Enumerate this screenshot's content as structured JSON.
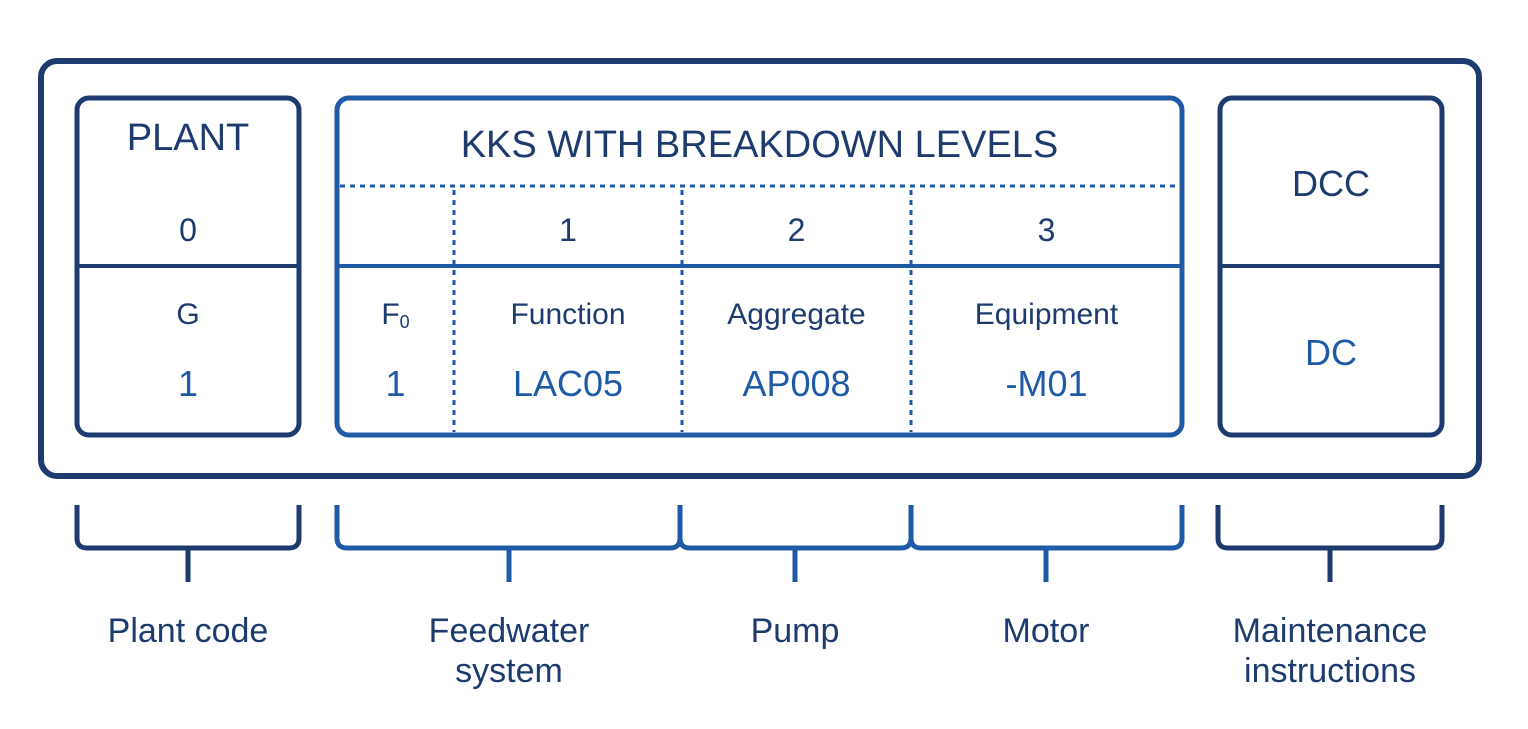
{
  "plant_box": {
    "header": "PLANT",
    "level": "0",
    "code_label": "G",
    "code_value": "1"
  },
  "kks_box": {
    "header": "KKS WITH BREAKDOWN LEVELS",
    "levels": [
      "",
      "1",
      "2",
      "3"
    ],
    "columns": [
      {
        "label": "F",
        "label_sub": "0",
        "value": "1"
      },
      {
        "label": "Function",
        "value": "LAC05"
      },
      {
        "label": "Aggregate",
        "value": "AP008"
      },
      {
        "label": "Equipment",
        "value": "-M01"
      }
    ]
  },
  "dcc_box": {
    "top": "DCC",
    "bottom": "DC"
  },
  "captions": {
    "plant": "Plant code",
    "feedwater_line1": "Feedwater",
    "feedwater_line2": "system",
    "pump": "Pump",
    "motor": "Motor",
    "maintenance_line1": "Maintenance",
    "maintenance_line2": "instructions"
  },
  "colors": {
    "navy": "#1d3b6e",
    "blue": "#1f5aa6"
  }
}
